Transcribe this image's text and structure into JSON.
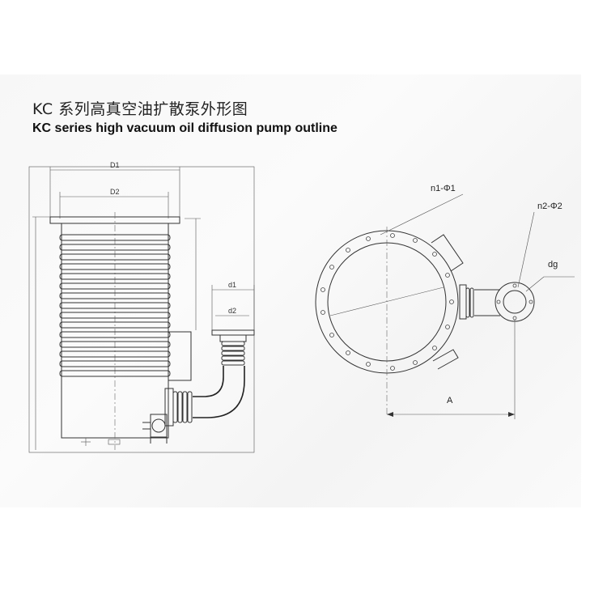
{
  "title_cn": "KC 系列高真空油扩散泵外形图",
  "title_en": "KC series high vacuum oil diffusion pump outline",
  "dimension_labels": {
    "d_1": "D1",
    "d_2": "D2",
    "small_d1": "d1",
    "small_d2": "d2",
    "holes_main": "n1-Φ1",
    "holes_side": "n2-Φ2",
    "outlet": "dg",
    "distance": "A"
  }
}
